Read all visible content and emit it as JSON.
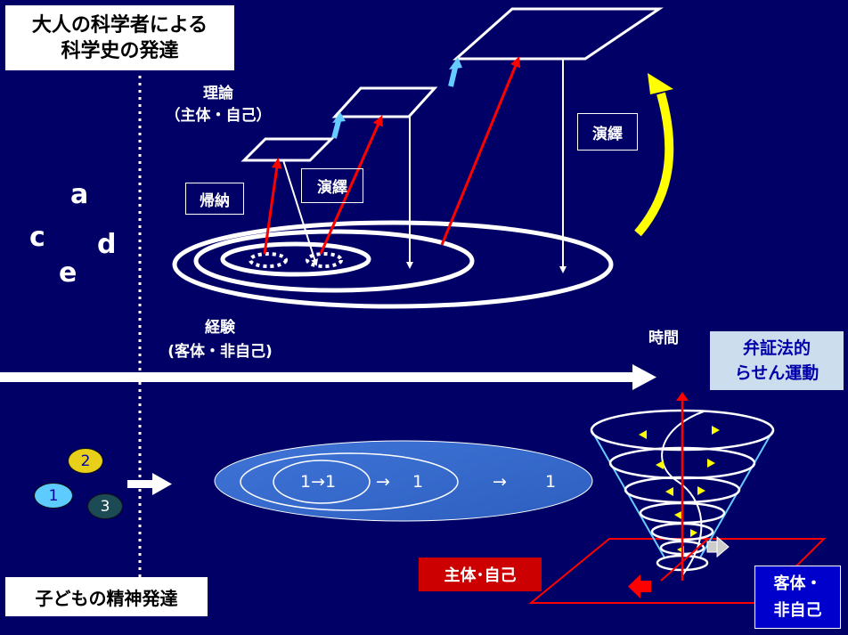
{
  "title_adult": "大人の科学者による\n科学史の発達",
  "title_child": "子どもの精神発達",
  "theory_label": "理論\n（主体・自己）",
  "experience_label": "経験\n(客体・非自己)",
  "induction_label": "帰納",
  "deduction_label_1": "演繹",
  "deduction_label_2": "演繹",
  "time_label": "時間",
  "dialectic_label": "弁証法的\nらせん運動",
  "subject_label": "主体･自己",
  "object_label": "客体・\n非自己",
  "letters": [
    "a",
    "c",
    "d",
    "e"
  ],
  "numbers": [
    "1",
    "2",
    "3"
  ],
  "sequence": [
    "1→1",
    "→",
    "1",
    "→",
    "1"
  ],
  "colors": {
    "background": "#000066",
    "red_arrow": "#ff0000",
    "blue_arrow": "#66ccff",
    "yellow_arrow": "#ffff00",
    "ellipse_fill": "#3366cc",
    "dialectic_box": "#ccddee",
    "subject_box": "#cc0000",
    "object_box": "#0000cc",
    "funnel": "#66ccff"
  }
}
